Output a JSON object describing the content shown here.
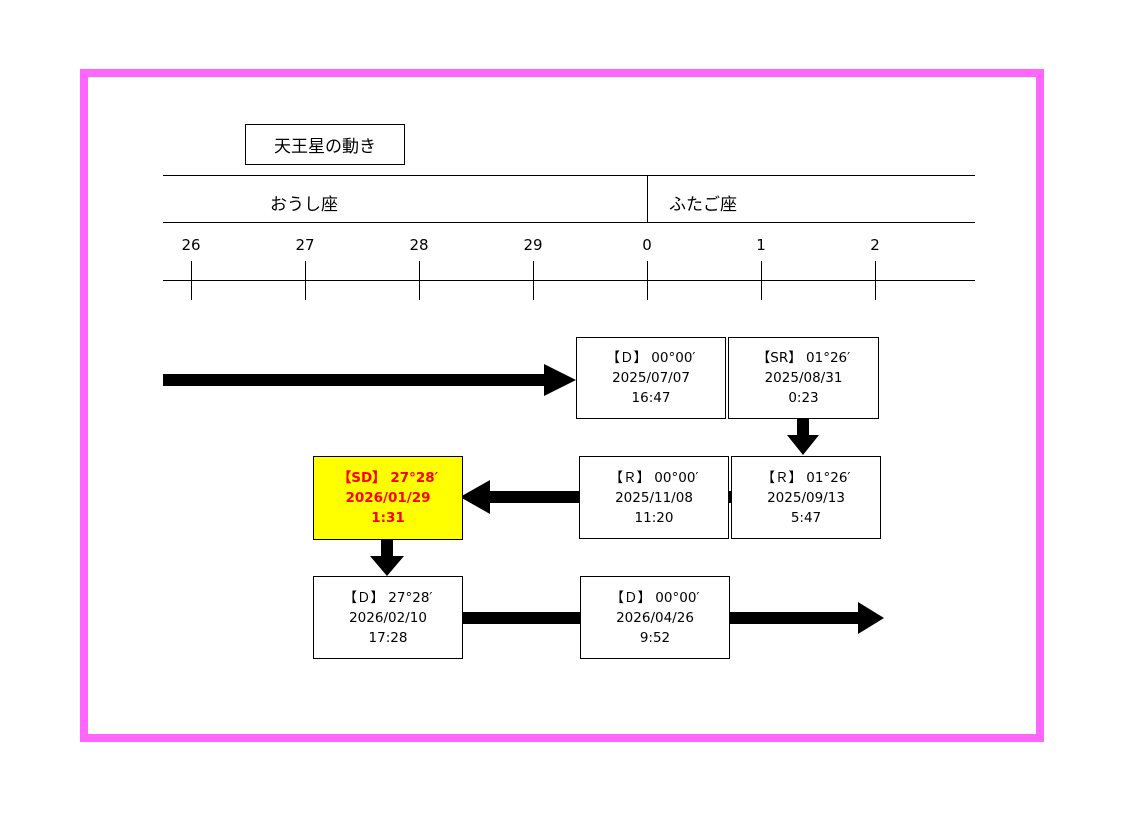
{
  "title": "天王星の動き",
  "signs": [
    {
      "label": "おうし座"
    },
    {
      "label": "ふたご座"
    }
  ],
  "ticks": [
    "26",
    "27",
    "28",
    "29",
    "0",
    "1",
    "2"
  ],
  "events": [
    {
      "label": "【Ｄ】 00°00′",
      "date": "2025/07/07",
      "time": "16:47",
      "highlight": false
    },
    {
      "label": "【SR】 01°26′",
      "date": "2025/08/31",
      "time": "0:23",
      "highlight": false
    },
    {
      "label": "【Ｒ】 01°26′",
      "date": "2025/09/13",
      "time": "5:47",
      "highlight": false
    },
    {
      "label": "【Ｒ】 00°00′",
      "date": "2025/11/08",
      "time": "11:20",
      "highlight": false
    },
    {
      "label": "【SD】 27°28′",
      "date": "2026/01/29",
      "time": "1:31",
      "highlight": true
    },
    {
      "label": "【Ｄ】 27°28′",
      "date": "2026/02/10",
      "time": "17:28",
      "highlight": false
    },
    {
      "label": "【Ｄ】 00°00′",
      "date": "2026/04/26",
      "time": "9:52",
      "highlight": false
    }
  ],
  "colors": {
    "frame": "#ff66ff",
    "highlight_bg": "#ffff00",
    "highlight_text": "#ff0000"
  }
}
